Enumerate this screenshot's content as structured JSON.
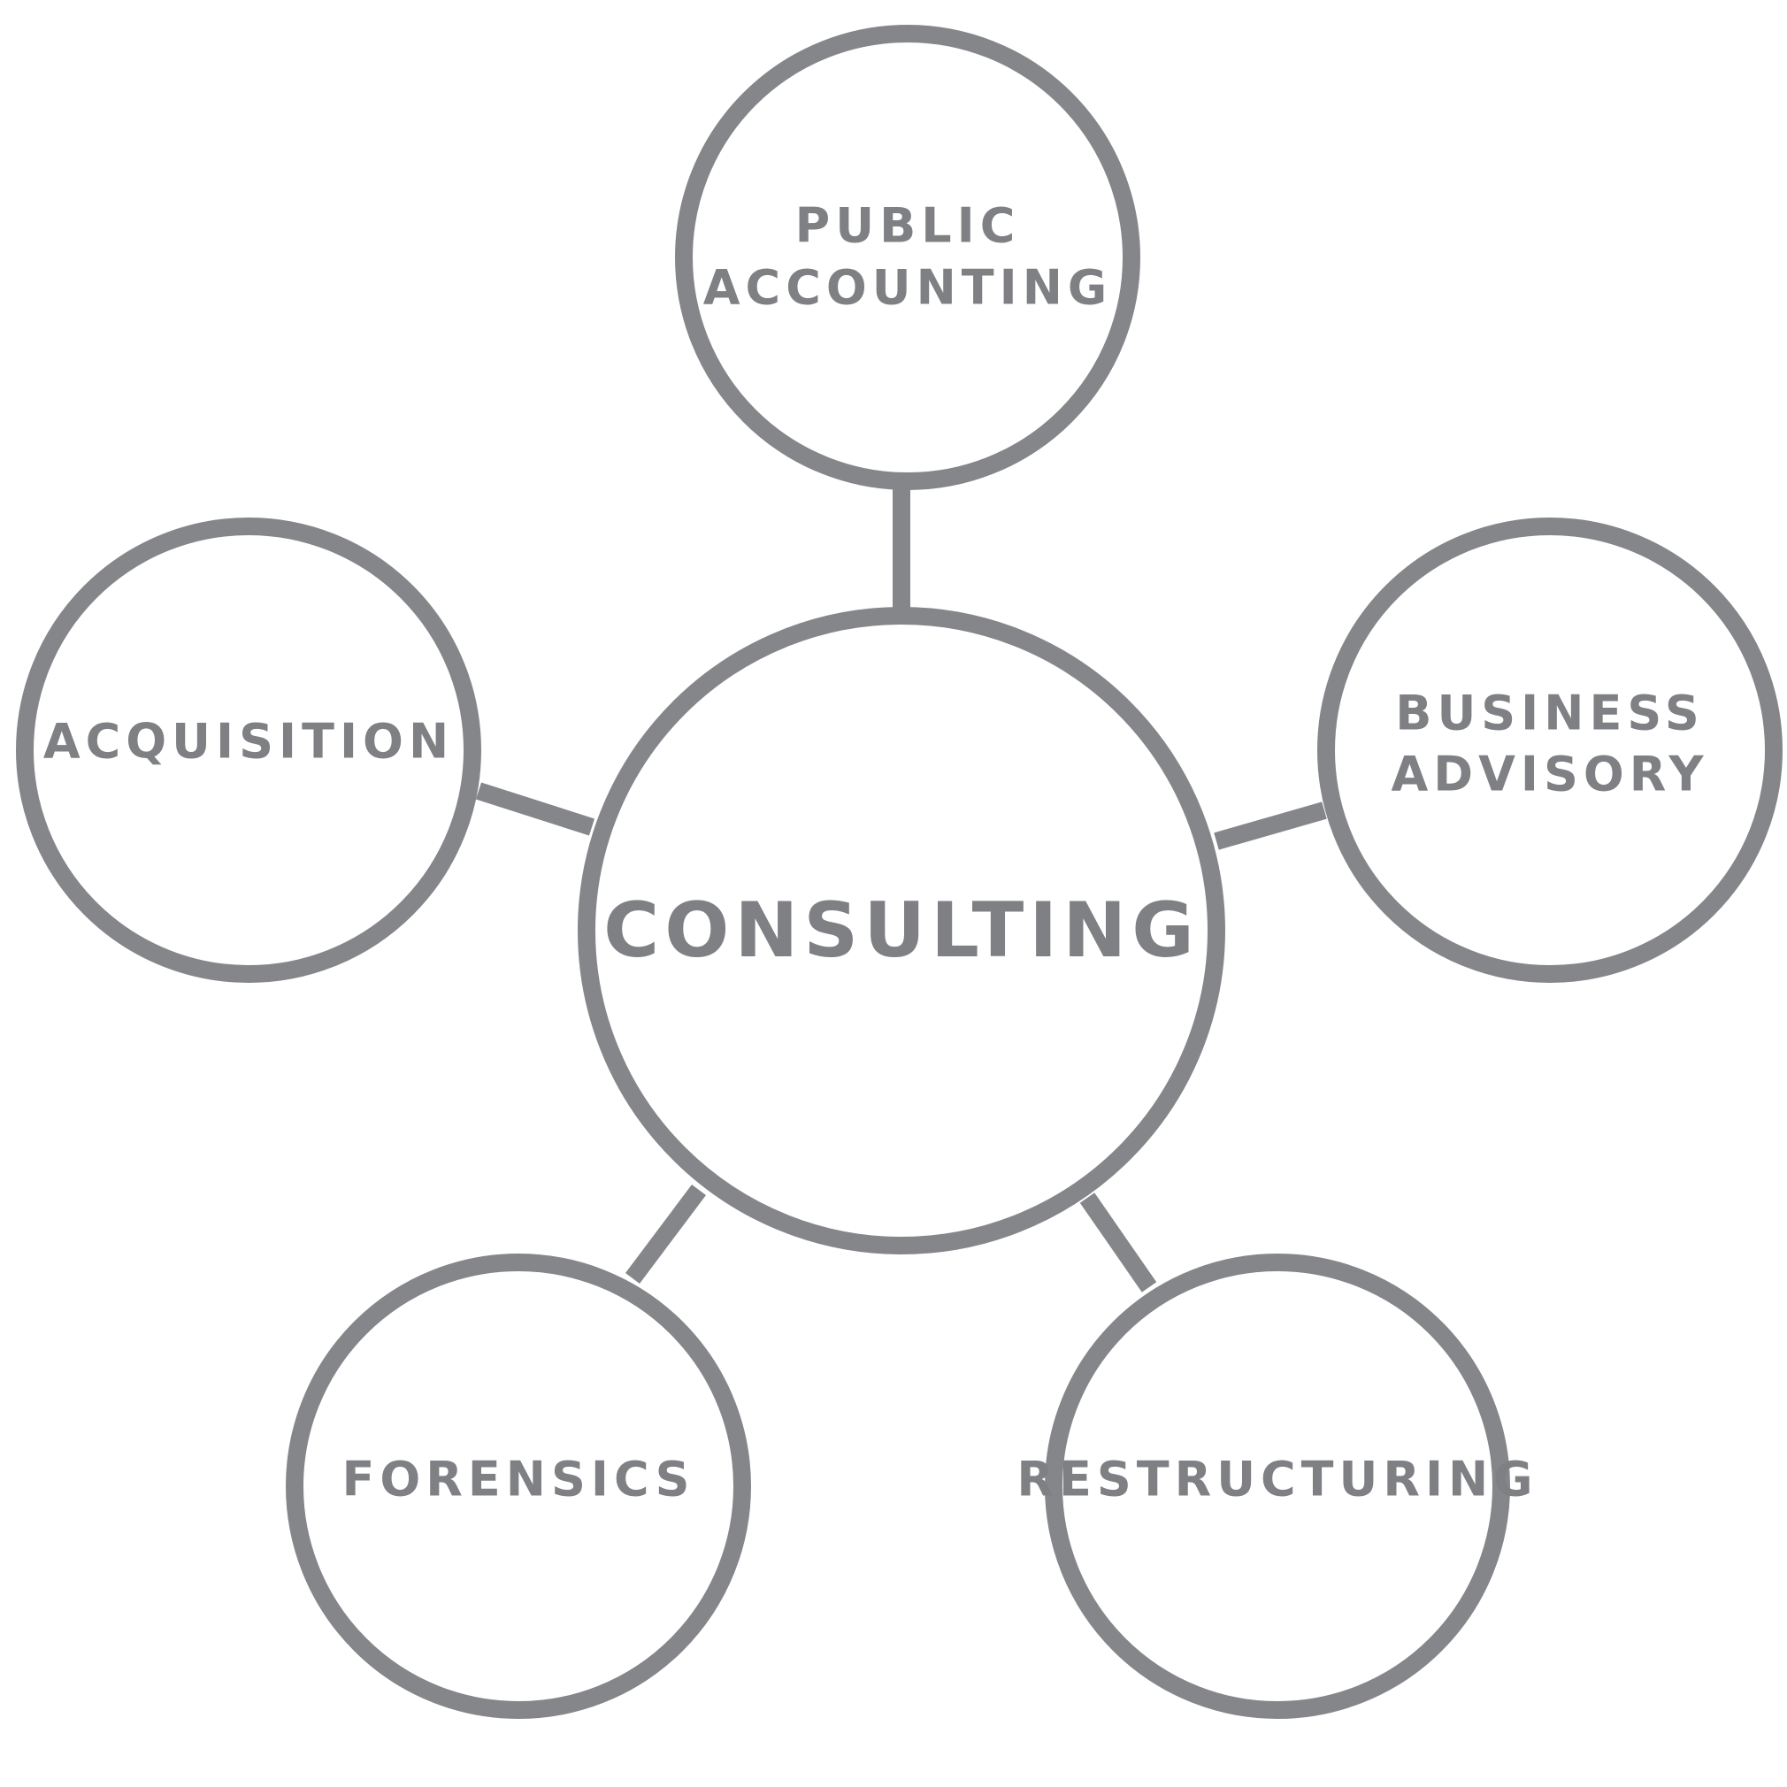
{
  "colors": {
    "stroke": "#85868a",
    "text": "#7f8084",
    "background": "#ffffff"
  },
  "center": {
    "label": "CONSULTING"
  },
  "nodes": {
    "public_accounting": {
      "line1": "PUBLIC",
      "line2": "ACCOUNTING"
    },
    "business_advisory": {
      "line1": "BUSINESS",
      "line2": "ADVISORY"
    },
    "acquisition": {
      "line1": "ACQUISITION"
    },
    "forensics": {
      "line1": "FORENSICS"
    },
    "restructuring": {
      "line1": "RESTRUCTURING"
    }
  }
}
